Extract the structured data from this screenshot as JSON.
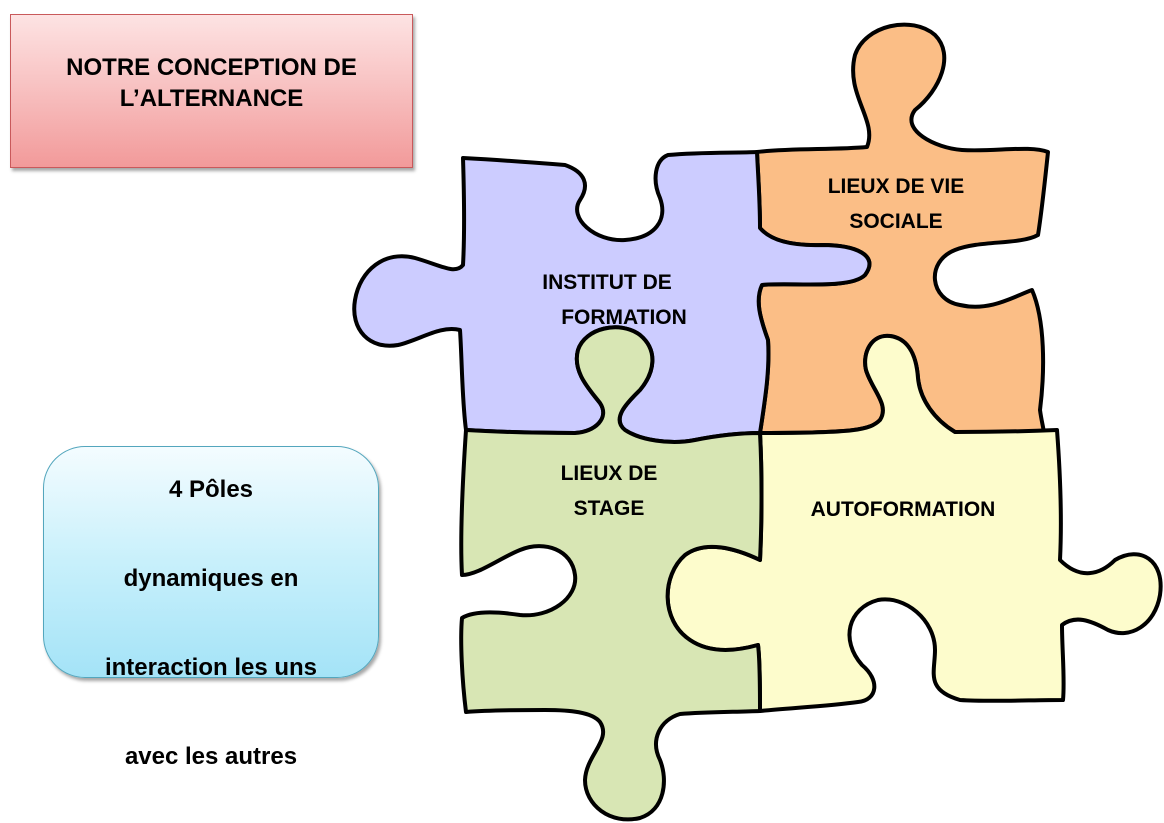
{
  "title": {
    "line1": "NOTRE CONCEPTION DE",
    "line2": "L’ALTERNANCE"
  },
  "info": {
    "line1": "4 Pôles",
    "line2": "dynamiques en",
    "line3": "interaction les uns",
    "line4": "avec les autres"
  },
  "pieces": {
    "institut": {
      "line1": "INSTITUT DE",
      "line2": "FORMATION",
      "color": "#ccccff"
    },
    "lieux_vie": {
      "line1": "LIEUX DE VIE",
      "line2": "SOCIALE",
      "color": "#fbbe86"
    },
    "lieux_stage": {
      "line1": "LIEUX DE",
      "line2": "STAGE",
      "color": "#d8e6b4"
    },
    "autoformation": {
      "line1": "AUTOFORMATION",
      "color": "#fdfccc"
    }
  }
}
